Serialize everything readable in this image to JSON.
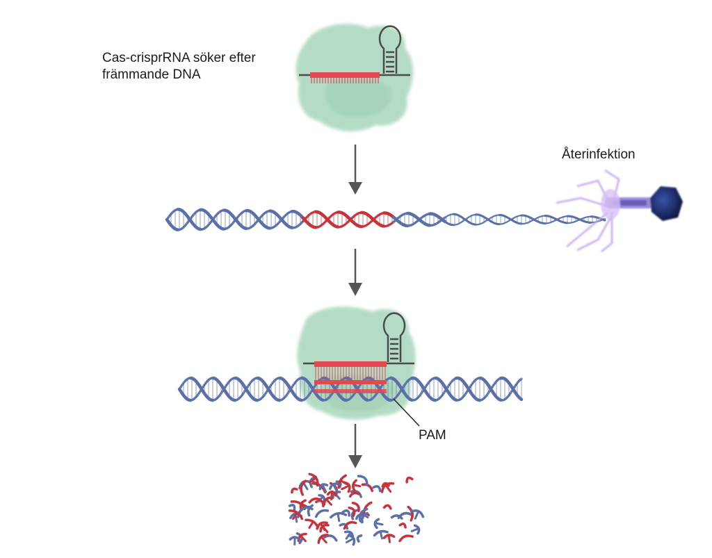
{
  "labels": {
    "search_line1": "Cas-crisprRNA söker efter",
    "search_line2": "främmande DNA",
    "reinfection": "Återinfektion",
    "pam": "PAM"
  },
  "colors": {
    "cas_protein": "#a8d5bc",
    "crispr_rna": "#e0494f",
    "dna_blue": "#5b6fa8",
    "dna_red": "#c8323a",
    "arrow": "#555555",
    "rna_loop": "#4a4a4a",
    "phage_head": "#1f3070",
    "phage_tail": "#b89be0"
  },
  "icons": {
    "cas_complex": "cas-protein-complex-icon",
    "dna": "dna-double-helix-icon",
    "phage": "bacteriophage-icon",
    "fragments": "dna-fragments-icon"
  }
}
